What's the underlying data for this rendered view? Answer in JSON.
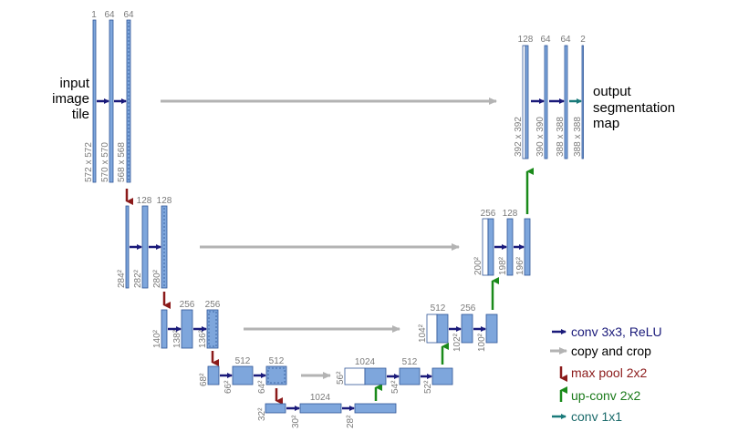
{
  "labels": {
    "input": [
      "input",
      "image",
      "tile"
    ],
    "output": [
      "output",
      "segmentation",
      "map"
    ]
  },
  "legend": [
    {
      "kind": "conv",
      "text": "conv 3x3, ReLU",
      "color": "#1a1a7a"
    },
    {
      "kind": "copy",
      "text": "copy and crop",
      "color": "#000000"
    },
    {
      "kind": "pool",
      "text": "max pool 2x2",
      "color": "#8b1a1a"
    },
    {
      "kind": "up",
      "text": "up-conv 2x2",
      "color": "#1a7a1a"
    },
    {
      "kind": "onebyone",
      "text": "conv 1x1",
      "color": "#1a6a6a"
    }
  ],
  "colors": {
    "block_fill": "#7ea6dc",
    "block_stroke": "#2f5597",
    "conv_arrow": "#1a1a7a",
    "copy_arrow": "#b3b3b3",
    "pool_arrow": "#8b1a1a",
    "up_arrow": "#1a8a1a",
    "onebyone_arrow": "#1a7a7a"
  },
  "channels": {
    "l1": [
      "1",
      "64",
      "64"
    ],
    "l2": [
      "128",
      "128"
    ],
    "l3": [
      "256",
      "256"
    ],
    "l4": [
      "512",
      "512"
    ],
    "l5": [
      "1024"
    ],
    "r4": [
      "1024",
      "512"
    ],
    "r3": [
      "512",
      "256"
    ],
    "r2": [
      "256",
      "128"
    ],
    "r1": [
      "128",
      "64",
      "64",
      "2"
    ]
  },
  "sizes": {
    "l1": [
      "572 x 572",
      "570 x 570",
      "568 x 568"
    ],
    "l2": [
      "284²",
      "282²",
      "280²"
    ],
    "l3": [
      "140²",
      "138²",
      "136²"
    ],
    "l4": [
      "68²",
      "66²",
      "64²"
    ],
    "l5": [
      "32²",
      "30²",
      "28²"
    ],
    "r4": [
      "56²",
      "54²",
      "52²"
    ],
    "r3": [
      "104²",
      "102²",
      "100²"
    ],
    "r2": [
      "200²",
      "198²",
      "196²"
    ],
    "r1": [
      "392 x 392",
      "390 x 390",
      "388 x 388",
      "388 x 388"
    ]
  }
}
